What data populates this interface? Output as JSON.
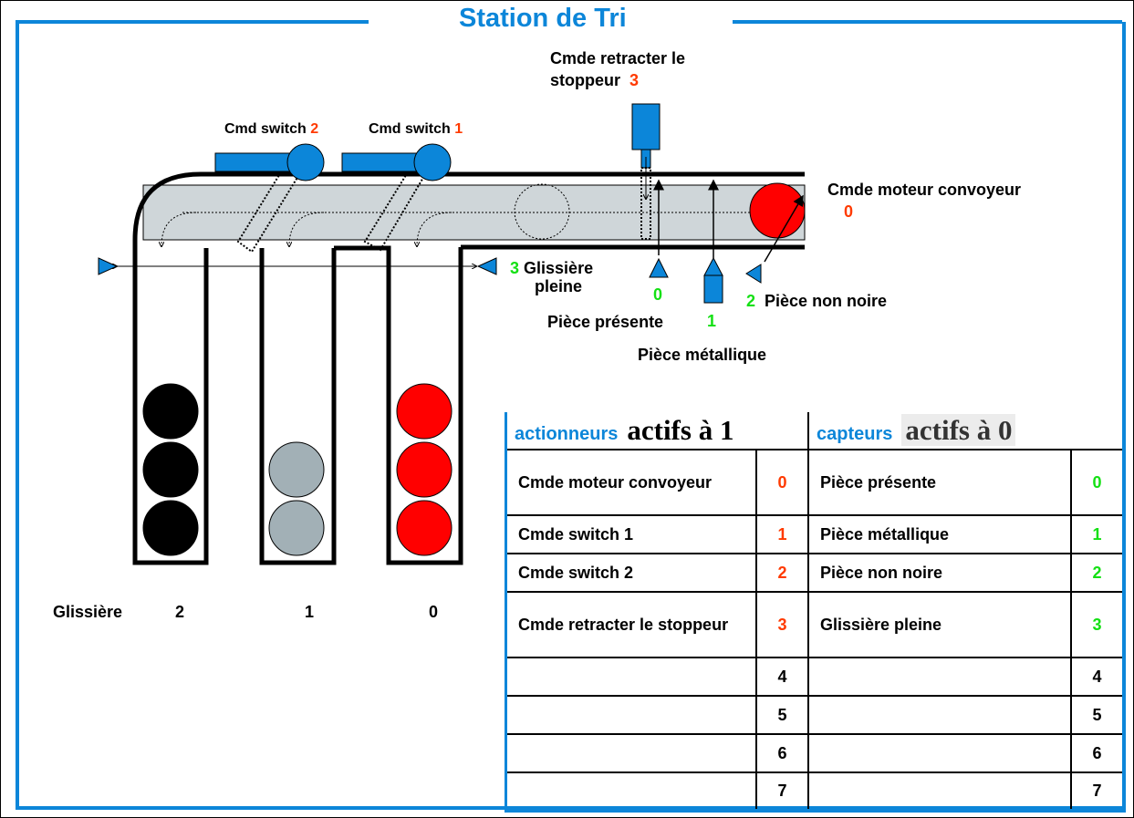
{
  "title": "Station de Tri",
  "colors": {
    "accent": "#0c86d9",
    "actuator_number": "#ff3a00",
    "sensor_number": "#14e014",
    "red_piece": "#ff0000",
    "gray_piece": "#a2b0b6",
    "black_piece": "#000000",
    "conveyor": "#cfd6d9"
  },
  "diagram": {
    "stopper": {
      "label_line1": "Cmde retracter le",
      "label_line2": "stoppeur",
      "number": "3"
    },
    "switch2": {
      "label": "Cmd switch",
      "number": "2"
    },
    "switch1": {
      "label": "Cmd switch",
      "number": "1"
    },
    "motor": {
      "label": "Cmde moteur convoyeur",
      "number": "0"
    },
    "sensor_full": {
      "number": "3",
      "label_line1": "Glissière",
      "label_line2": "pleine"
    },
    "sensor_present": {
      "number": "0",
      "label": "Pièce présente"
    },
    "sensor_metal": {
      "number": "1",
      "label": "Pièce métallique"
    },
    "sensor_nonblack": {
      "number": "2",
      "label": "Pièce non noire"
    },
    "chutes": {
      "label": "Glissière",
      "items": [
        {
          "number": "2",
          "pieces": [
            "black",
            "black",
            "black"
          ]
        },
        {
          "number": "1",
          "pieces": [
            "gray",
            "gray"
          ]
        },
        {
          "number": "0",
          "pieces": [
            "red",
            "red",
            "red"
          ]
        }
      ]
    }
  },
  "table": {
    "actuators_header": "actionneurs",
    "actuators_active": "actifs à 1",
    "sensors_header": "capteurs",
    "sensors_active": "actifs à 0",
    "rows": [
      {
        "actuator": "Cmde moteur convoyeur",
        "a_num": "0",
        "sensor": "Pièce présente",
        "s_num": "0"
      },
      {
        "actuator": "Cmde switch 1",
        "a_num": "1",
        "sensor": "Pièce métallique",
        "s_num": "1"
      },
      {
        "actuator": "Cmde switch 2",
        "a_num": "2",
        "sensor": "Pièce non noire",
        "s_num": "2"
      },
      {
        "actuator": "Cmde retracter le stoppeur",
        "a_num": "3",
        "sensor": "Glissière pleine",
        "s_num": "3"
      },
      {
        "actuator": "",
        "a_num": "4",
        "sensor": "",
        "s_num": "4"
      },
      {
        "actuator": "",
        "a_num": "5",
        "sensor": "",
        "s_num": "5"
      },
      {
        "actuator": "",
        "a_num": "6",
        "sensor": "",
        "s_num": "6"
      },
      {
        "actuator": "",
        "a_num": "7",
        "sensor": "",
        "s_num": "7"
      }
    ]
  }
}
